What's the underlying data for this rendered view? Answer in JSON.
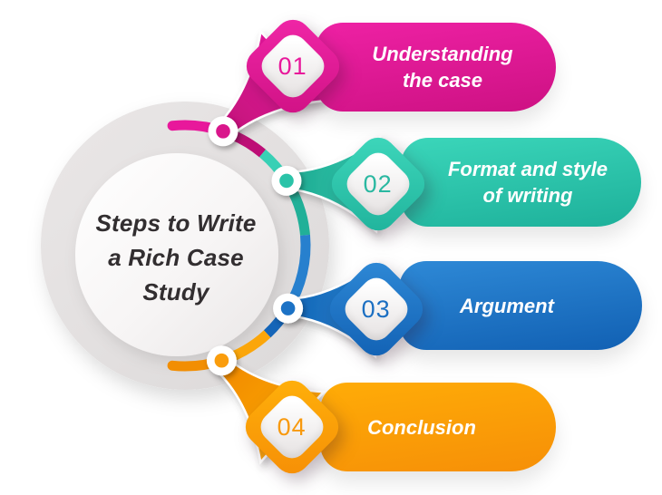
{
  "title": {
    "text": "Steps to Write a Rich Case Study",
    "lines": [
      "Steps to Write",
      "a Rich Case",
      "Study"
    ]
  },
  "steps": [
    {
      "number": "01",
      "label": "Understanding the case",
      "label_lines": [
        "Understanding",
        "the case"
      ],
      "color": "#e2189a"
    },
    {
      "number": "02",
      "label": "Format and style of writing",
      "label_lines": [
        "Format and style",
        "of writing"
      ],
      "color": "#2fc9ae"
    },
    {
      "number": "03",
      "label": "Argument",
      "label_lines": [
        "Argument"
      ],
      "color": "#1e78c8"
    },
    {
      "number": "04",
      "label": "Conclusion",
      "label_lines": [
        "Conclusion"
      ],
      "color": "#fa9d08"
    }
  ],
  "colors": {
    "pink": "#e2189a",
    "teal": "#2fc9ae",
    "blue": "#1e78c8",
    "orange": "#fa9d08",
    "circle_gray": "#e3e0e0",
    "title_text": "#322e30",
    "label_text": "#ffffff"
  }
}
